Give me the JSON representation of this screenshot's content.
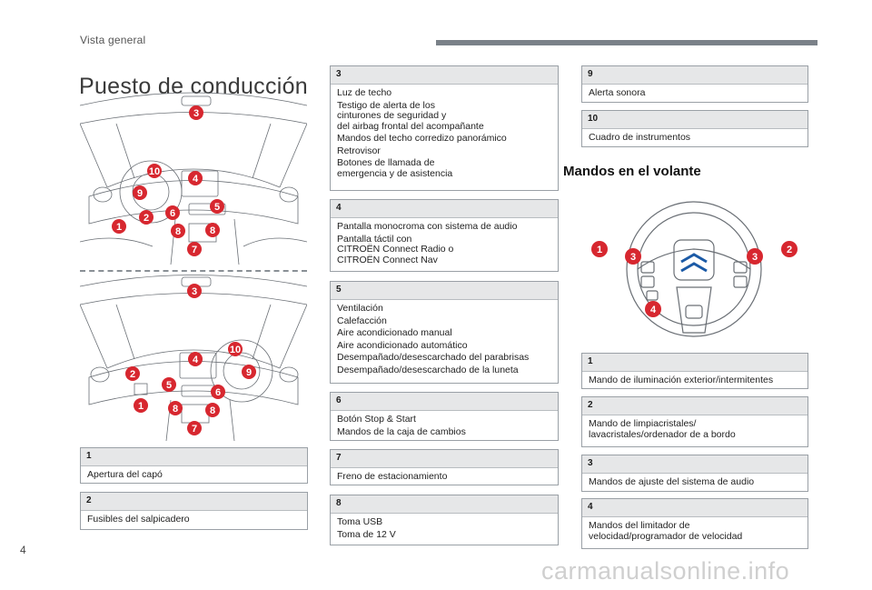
{
  "header": {
    "section": "Vista general"
  },
  "title": "Puesto de conducción",
  "page_number": "4",
  "watermark": "carmanualsonline.info",
  "volante_title": "Mandos en el volante",
  "callouts_top": [
    "3",
    "10",
    "4",
    "9",
    "5",
    "6",
    "2",
    "1",
    "8",
    "8",
    "7"
  ],
  "callouts_bottom": [
    "3",
    "4",
    "10",
    "2",
    "9",
    "5",
    "6",
    "1",
    "8",
    "8",
    "7"
  ],
  "callouts_wheel": [
    "1",
    "3",
    "3",
    "2",
    "4"
  ],
  "boxes": {
    "b1": {
      "num": "1",
      "lines": [
        "Apertura del capó"
      ]
    },
    "b2": {
      "num": "2",
      "lines": [
        "Fusibles del salpicadero"
      ]
    },
    "b3": {
      "num": "3",
      "lines": [
        "Luz de techo",
        "Testigo de alerta de los\ncinturones de seguridad y\ndel airbag frontal del acompañante",
        "Mandos del techo corredizo panorámico",
        "Retrovisor",
        "Botones de llamada de\nemergencia y de asistencia"
      ]
    },
    "b4": {
      "num": "4",
      "lines": [
        "Pantalla monocroma con sistema de audio",
        "Pantalla táctil con\nCITROËN Connect Radio o\nCITROËN Connect Nav"
      ]
    },
    "b5": {
      "num": "5",
      "lines": [
        "Ventilación",
        "Calefacción",
        "Aire acondicionado manual",
        "Aire acondicionado automático",
        "Desempañado/desescarchado del parabrisas",
        "Desempañado/desescarchado de la luneta"
      ]
    },
    "b6": {
      "num": "6",
      "lines": [
        "Botón Stop & Start",
        "Mandos de la caja de cambios"
      ]
    },
    "b7": {
      "num": "7",
      "lines": [
        "Freno de estacionamiento"
      ]
    },
    "b8": {
      "num": "8",
      "lines": [
        "Toma USB",
        "Toma de 12 V"
      ]
    },
    "b9": {
      "num": "9",
      "lines": [
        "Alerta sonora"
      ]
    },
    "b10": {
      "num": "10",
      "lines": [
        "Cuadro de instrumentos"
      ]
    },
    "w1": {
      "num": "1",
      "lines": [
        "Mando de iluminación exterior/intermitentes"
      ]
    },
    "w2": {
      "num": "2",
      "lines": [
        "Mando de limpiacristales/\nlavacristales/ordenador de a bordo"
      ]
    },
    "w3": {
      "num": "3",
      "lines": [
        "Mandos de ajuste del sistema de audio"
      ]
    },
    "w4": {
      "num": "4",
      "lines": [
        "Mandos del limitador de\nvelocidad/programador de velocidad"
      ]
    }
  }
}
